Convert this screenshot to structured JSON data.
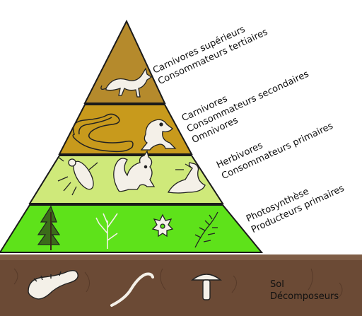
{
  "levels": [
    {
      "lines": [
        "Carnivores supérieurs",
        "Consommateurs tertiaires"
      ],
      "color": "#b58a2c"
    },
    {
      "lines": [
        "Carnivores",
        "Consommateurs secondaires",
        "Omnivores"
      ],
      "color": "#c89a1c"
    },
    {
      "lines": [
        "Herbivores",
        "Consommateurs primaires"
      ],
      "color": "#cfe97a"
    },
    {
      "lines": [
        "Photosynthèse",
        "Producteurs primaires"
      ],
      "color": "#5ee21a"
    }
  ],
  "soil": {
    "lines": [
      "Sol",
      "Décomposeurs"
    ],
    "color": "#6b4a35"
  },
  "icons": {
    "top": [
      "fox-icon"
    ],
    "second": [
      "snake-icon",
      "frog-icon"
    ],
    "third": [
      "insect-icon",
      "squirrel-icon",
      "bird-icon"
    ],
    "fourth": [
      "tree-icon",
      "shrub-icon",
      "flower-icon",
      "fern-icon"
    ],
    "soil": [
      "worm-icon",
      "earthworm-icon",
      "mushroom-icon"
    ]
  }
}
